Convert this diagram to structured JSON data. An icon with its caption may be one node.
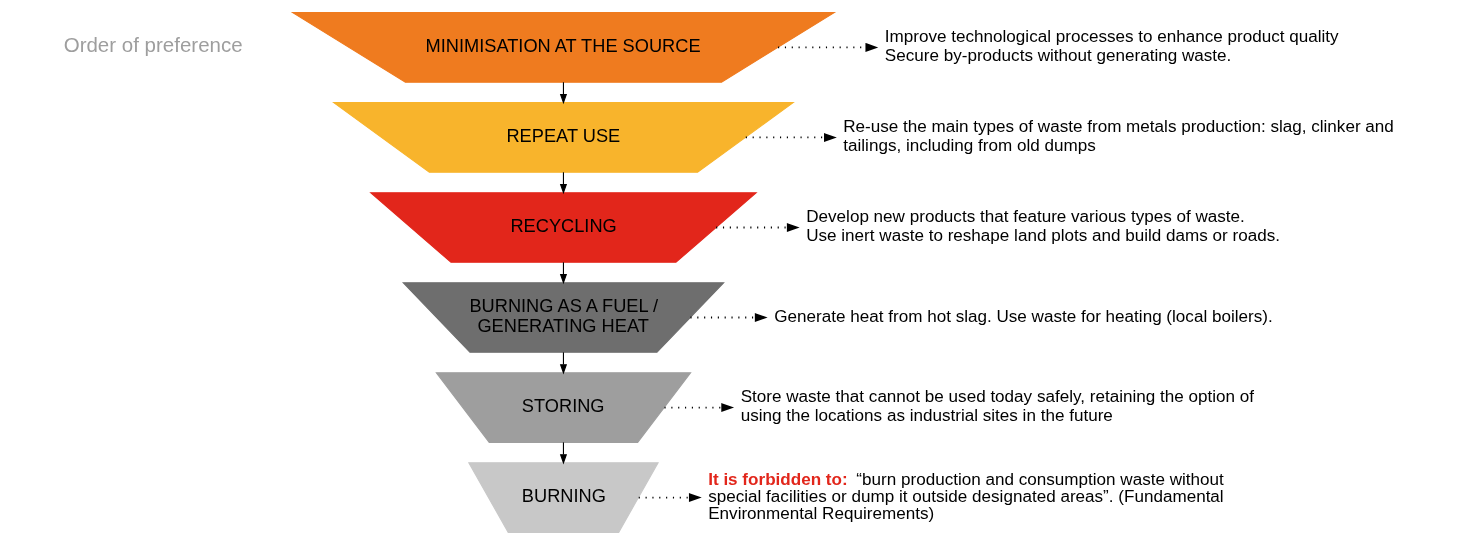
{
  "diagram": {
    "nodes": [
      {
        "text": [
          "MINIMISATION AT THE SOURCE"
        ]
      },
      {
        "text": [
          "REPEAT USE"
        ]
      },
      {
        "text": [
          "RECYCLING"
        ]
      },
      {
        "text": [
          "BURNING AS A FUEL / GENERATING HEAT"
        ]
      },
      {
        "text": [
          "STORING"
        ]
      },
      {
        "text": [
          "BURNING"
        ]
      },
      {
        "text": [
          "Improve technological processes to enhance product quality",
          "Secure by-products without generating waste."
        ]
      },
      {
        "text": [
          "Re-use the main types of waste from metals production: slag, clinker and tailings, including from old dumps"
        ]
      },
      {
        "text": [
          "Develop new products that feature various types of waste.",
          "Use inert waste to reshape land plots and build dams or roads."
        ]
      },
      {
        "text": [
          "Generate heat from hot slag. Use waste for heating (local boilers)."
        ]
      },
      {
        "text": [
          "Store waste that cannot be used today safely, retaining the option of using the locations as industrial sites in the future"
        ]
      },
      {
        "text": [
          "**It is forbidden to:** “burn production and consumption waste without special facilities or dump it outside designated areas”. (Fundamental Environmental Requirements)"
        ]
      }
    ],
    "edges": [
      {
        "from": 0,
        "to": 1,
        "arrow": "to"
      },
      {
        "from": 1,
        "to": 2,
        "arrow": "to"
      },
      {
        "from": 2,
        "to": 3,
        "arrow": "to"
      },
      {
        "from": 3,
        "to": 4,
        "arrow": "to"
      },
      {
        "from": 4,
        "to": 5,
        "arrow": "to"
      },
      {
        "from": 0,
        "to": 6,
        "arrow": "to",
        "style": "dashed"
      },
      {
        "from": 1,
        "to": 7,
        "arrow": "to",
        "style": "dashed"
      },
      {
        "from": 2,
        "to": 8,
        "arrow": "to",
        "style": "dashed"
      },
      {
        "from": 3,
        "to": 9,
        "arrow": "to",
        "style": "dashed"
      },
      {
        "from": 4,
        "to": 10,
        "arrow": "to",
        "style": "dashed"
      },
      {
        "from": 5,
        "to": 11,
        "arrow": "to",
        "style": "dashed"
      }
    ],
    "labels": [
      "Order of preference"
    ]
  }
}
